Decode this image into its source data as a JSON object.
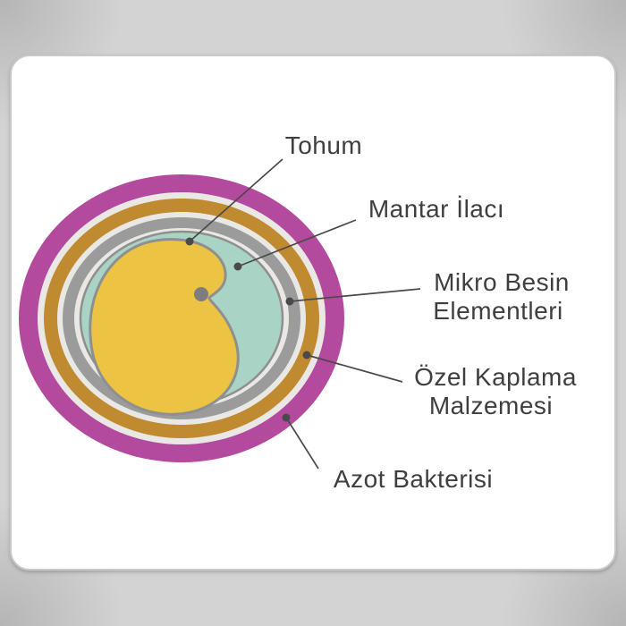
{
  "diagram": {
    "labels": {
      "tohum": "Tohum",
      "mantar_ilaci": "Mantar İlacı",
      "mikro_besin_line1": "Mikro Besin",
      "mikro_besin_line2": "Elementleri",
      "ozel_kaplama_line1": "Özel Kaplama",
      "ozel_kaplama_line2": "Malzemesi",
      "azot_bakterisi": "Azot Bakterisi"
    },
    "colors": {
      "azot_ring": "#b44a9d",
      "kaplama_ring": "#c08a30",
      "mikro_ring": "#9b9b9b",
      "mantar_fill": "#a9d4c5",
      "tohum_fill": "#edc344",
      "outline_gray": "#8f8f8f",
      "gap": "#e9e8e4",
      "leader": "#4a4a4a",
      "text": "#3f3f3f",
      "card_bg": "#ffffff",
      "page_bg": "#d3d3d3"
    }
  }
}
